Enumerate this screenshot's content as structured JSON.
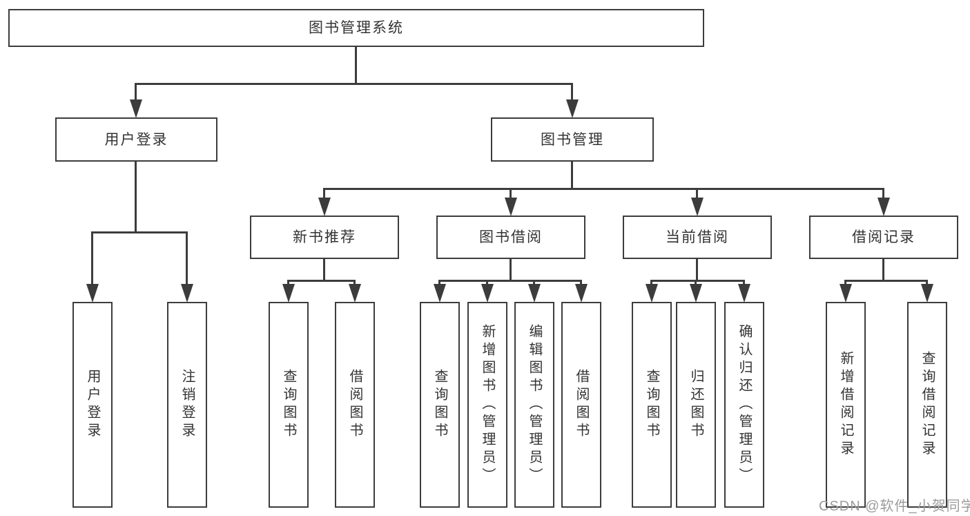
{
  "diagram": {
    "root": {
      "label": "图书管理系统"
    },
    "level2": [
      {
        "id": "user-login",
        "label": "用户登录"
      },
      {
        "id": "book-management",
        "label": "图书管理"
      }
    ],
    "level3": [
      {
        "id": "new-book-recommend",
        "label": "新书推荐"
      },
      {
        "id": "book-borrowing",
        "label": "图书借阅"
      },
      {
        "id": "current-borrowing",
        "label": "当前借阅"
      },
      {
        "id": "borrowing-records",
        "label": "借阅记录"
      }
    ],
    "leaves": {
      "user_login": [
        "用户登录",
        "注销登录"
      ],
      "new_book_recommend": [
        "查询图书",
        "借阅图书"
      ],
      "book_borrowing": [
        "查询图书",
        "新增图书（管理员）",
        "编辑图书（管理员）",
        "借阅图书"
      ],
      "current_borrowing": [
        "查询图书",
        "归还图书",
        "确认归还（管理员）"
      ],
      "borrowing_records": [
        "新增借阅记录",
        "查询借阅记录"
      ]
    }
  },
  "watermark": {
    "text": "CSDN @软件_小贺同学"
  },
  "colors": {
    "line": "#3c3c3c",
    "text": "#333333",
    "watermark": "#9b9b9b",
    "background": "#ffffff"
  }
}
